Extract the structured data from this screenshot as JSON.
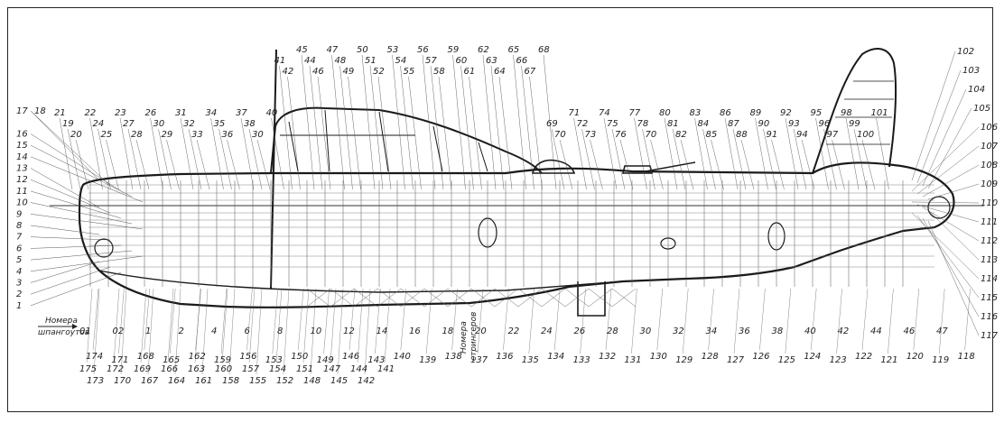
{
  "frame_caption": {
    "line1": "Номера",
    "line2": "шпангоутов",
    "vertical1": "Номера",
    "vertical2": "стрингеров"
  },
  "left_callouts": [
    "17",
    "18",
    "16",
    "15",
    "14",
    "13",
    "12",
    "11",
    "10",
    "9",
    "8",
    "7",
    "6",
    "5",
    "4",
    "3",
    "2",
    "1"
  ],
  "top_callouts": [
    "21",
    "19",
    "20",
    "22",
    "24",
    "25",
    "23",
    "27",
    "28",
    "26",
    "30",
    "29",
    "31",
    "32",
    "33",
    "34",
    "35",
    "36",
    "37",
    "38",
    "30",
    "40",
    "41",
    "42",
    "45",
    "44",
    "46",
    "47",
    "48",
    "49",
    "50",
    "51",
    "52",
    "53",
    "54",
    "55",
    "56",
    "57",
    "58",
    "59",
    "60",
    "61",
    "62",
    "63",
    "64",
    "65",
    "66",
    "67",
    "68",
    "69",
    "70",
    "71",
    "72",
    "73",
    "74",
    "75",
    "76",
    "77",
    "78",
    "70",
    "80",
    "81",
    "82",
    "83",
    "84",
    "85",
    "86",
    "87",
    "88",
    "89",
    "90",
    "91",
    "92",
    "93",
    "94",
    "95",
    "96",
    "97",
    "98",
    "99",
    "100",
    "101"
  ],
  "right_callouts": [
    "102",
    "103",
    "104",
    "105",
    "106",
    "107",
    "108",
    "109",
    "110",
    "111",
    "112",
    "113",
    "114",
    "115",
    "116",
    "117"
  ],
  "frame_numbers": [
    "01",
    "02",
    "1",
    "2",
    "4",
    "6",
    "8",
    "10",
    "12",
    "14",
    "16",
    "18",
    "20",
    "22",
    "24",
    "26",
    "28",
    "30",
    "32",
    "34",
    "36",
    "38",
    "40",
    "42",
    "44",
    "46",
    "47"
  ],
  "bottom_callouts": [
    "174",
    "171",
    "168",
    "165",
    "162",
    "159",
    "156",
    "153",
    "150",
    "149",
    "146",
    "143",
    "140",
    "139",
    "138",
    "137",
    "136",
    "135",
    "134",
    "133",
    "132",
    "131",
    "130",
    "129",
    "128",
    "127",
    "126",
    "125",
    "124",
    "123",
    "122",
    "121",
    "120",
    "119",
    "118",
    "175",
    "172",
    "169",
    "166",
    "163",
    "160",
    "157",
    "154",
    "151",
    "147",
    "144",
    "141",
    "173",
    "170",
    "167",
    "164",
    "161",
    "158",
    "155",
    "152",
    "148",
    "145",
    "142"
  ]
}
